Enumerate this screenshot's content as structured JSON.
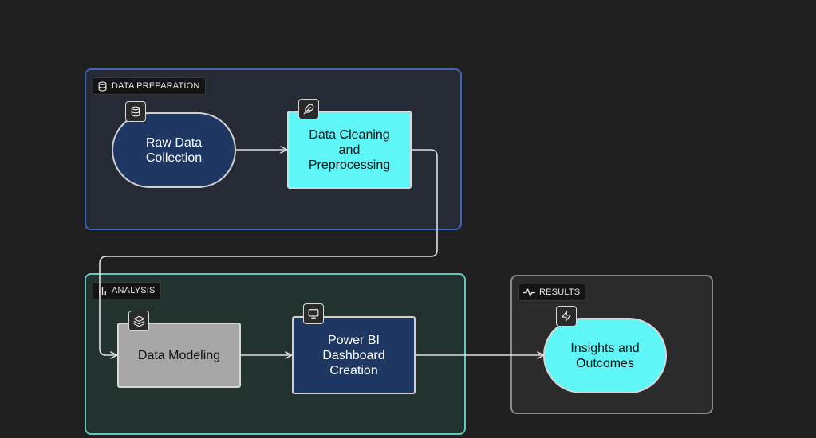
{
  "groups": {
    "data_preparation": {
      "label": "DATA PREPARATION"
    },
    "analysis": {
      "label": "ANALYSIS"
    },
    "results": {
      "label": "RESULTS"
    }
  },
  "nodes": {
    "raw_data_collection": {
      "label": "Raw Data Collection",
      "icon": "database-icon"
    },
    "data_cleaning": {
      "label": "Data Cleaning and Preprocessing",
      "icon": "feather-icon"
    },
    "data_modeling": {
      "label": "Data Modeling",
      "icon": "layers-icon"
    },
    "power_bi_dashboard": {
      "label": "Power BI Dashboard Creation",
      "icon": "monitor-icon"
    },
    "insights_outcomes": {
      "label": "Insights and Outcomes",
      "icon": "zap-icon"
    }
  },
  "colors": {
    "background": "#1f1f1f",
    "data_preparation_border": "#3f63b5",
    "analysis_border": "#64c8c0",
    "results_border": "#8a8a8a",
    "navy_node": "#1f3763",
    "cyan_node": "#5ff6f8",
    "gray_node": "#a6a6a6",
    "connector": "#e0e0e0"
  },
  "edges": [
    {
      "from": "Raw Data Collection",
      "to": "Data Cleaning and Preprocessing"
    },
    {
      "from": "Data Cleaning and Preprocessing",
      "to": "Data Modeling"
    },
    {
      "from": "Data Modeling",
      "to": "Power BI Dashboard Creation"
    },
    {
      "from": "Power BI Dashboard Creation",
      "to": "Insights and Outcomes"
    }
  ]
}
